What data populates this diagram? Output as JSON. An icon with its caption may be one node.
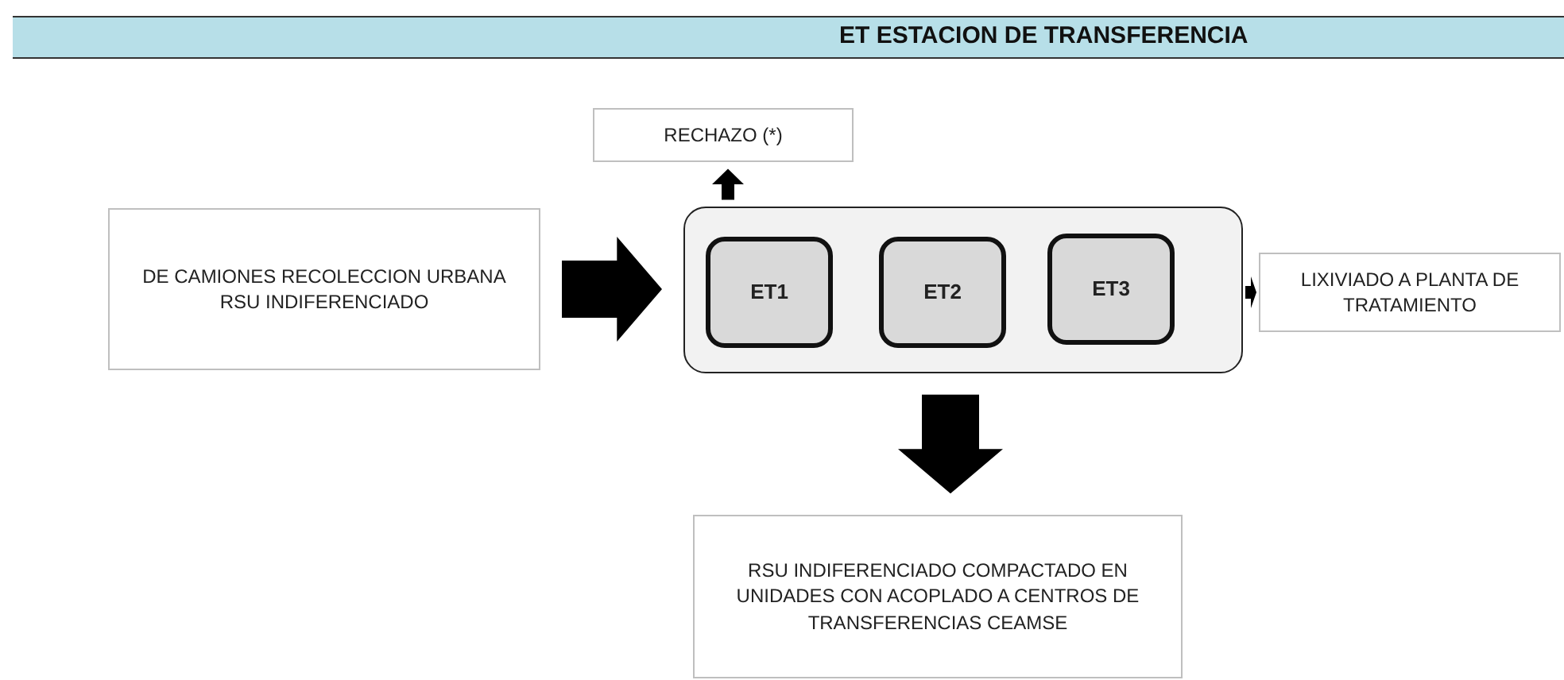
{
  "diagram": {
    "title": "ET ESTACION DE TRANSFERENCIA",
    "nodes": [
      {
        "text": [
          "RECHAZO (*)"
        ]
      },
      {
        "text": [
          "DE CAMIONES RECOLECCION URBANA RSU INDIFERENCIADO"
        ]
      },
      {
        "text": [],
        "shape": "box"
      },
      {
        "text": [
          "ET1"
        ],
        "in": 2
      },
      {
        "text": [
          "ET2"
        ],
        "in": 2
      },
      {
        "text": [
          "ET3"
        ],
        "in": 2
      },
      {
        "text": [
          "LIXIVIADO A PLANTA DE TRATAMIENTO"
        ]
      },
      {
        "text": [
          "RSU INDIFERENCIADO COMPACTADO EN UNIDADES CON ACOPLADO A CENTROS DE TRANSFERENCIAS CEAMSE"
        ]
      }
    ],
    "edges": [
      {
        "from": 1,
        "to": 2,
        "arrow": "to",
        "style": "thick"
      },
      {
        "from": 2,
        "to": 0,
        "arrow": "to"
      },
      {
        "from": 2,
        "to": 6,
        "arrow": "to"
      },
      {
        "from": 2,
        "to": 7,
        "arrow": "to",
        "style": "thick"
      }
    ]
  }
}
